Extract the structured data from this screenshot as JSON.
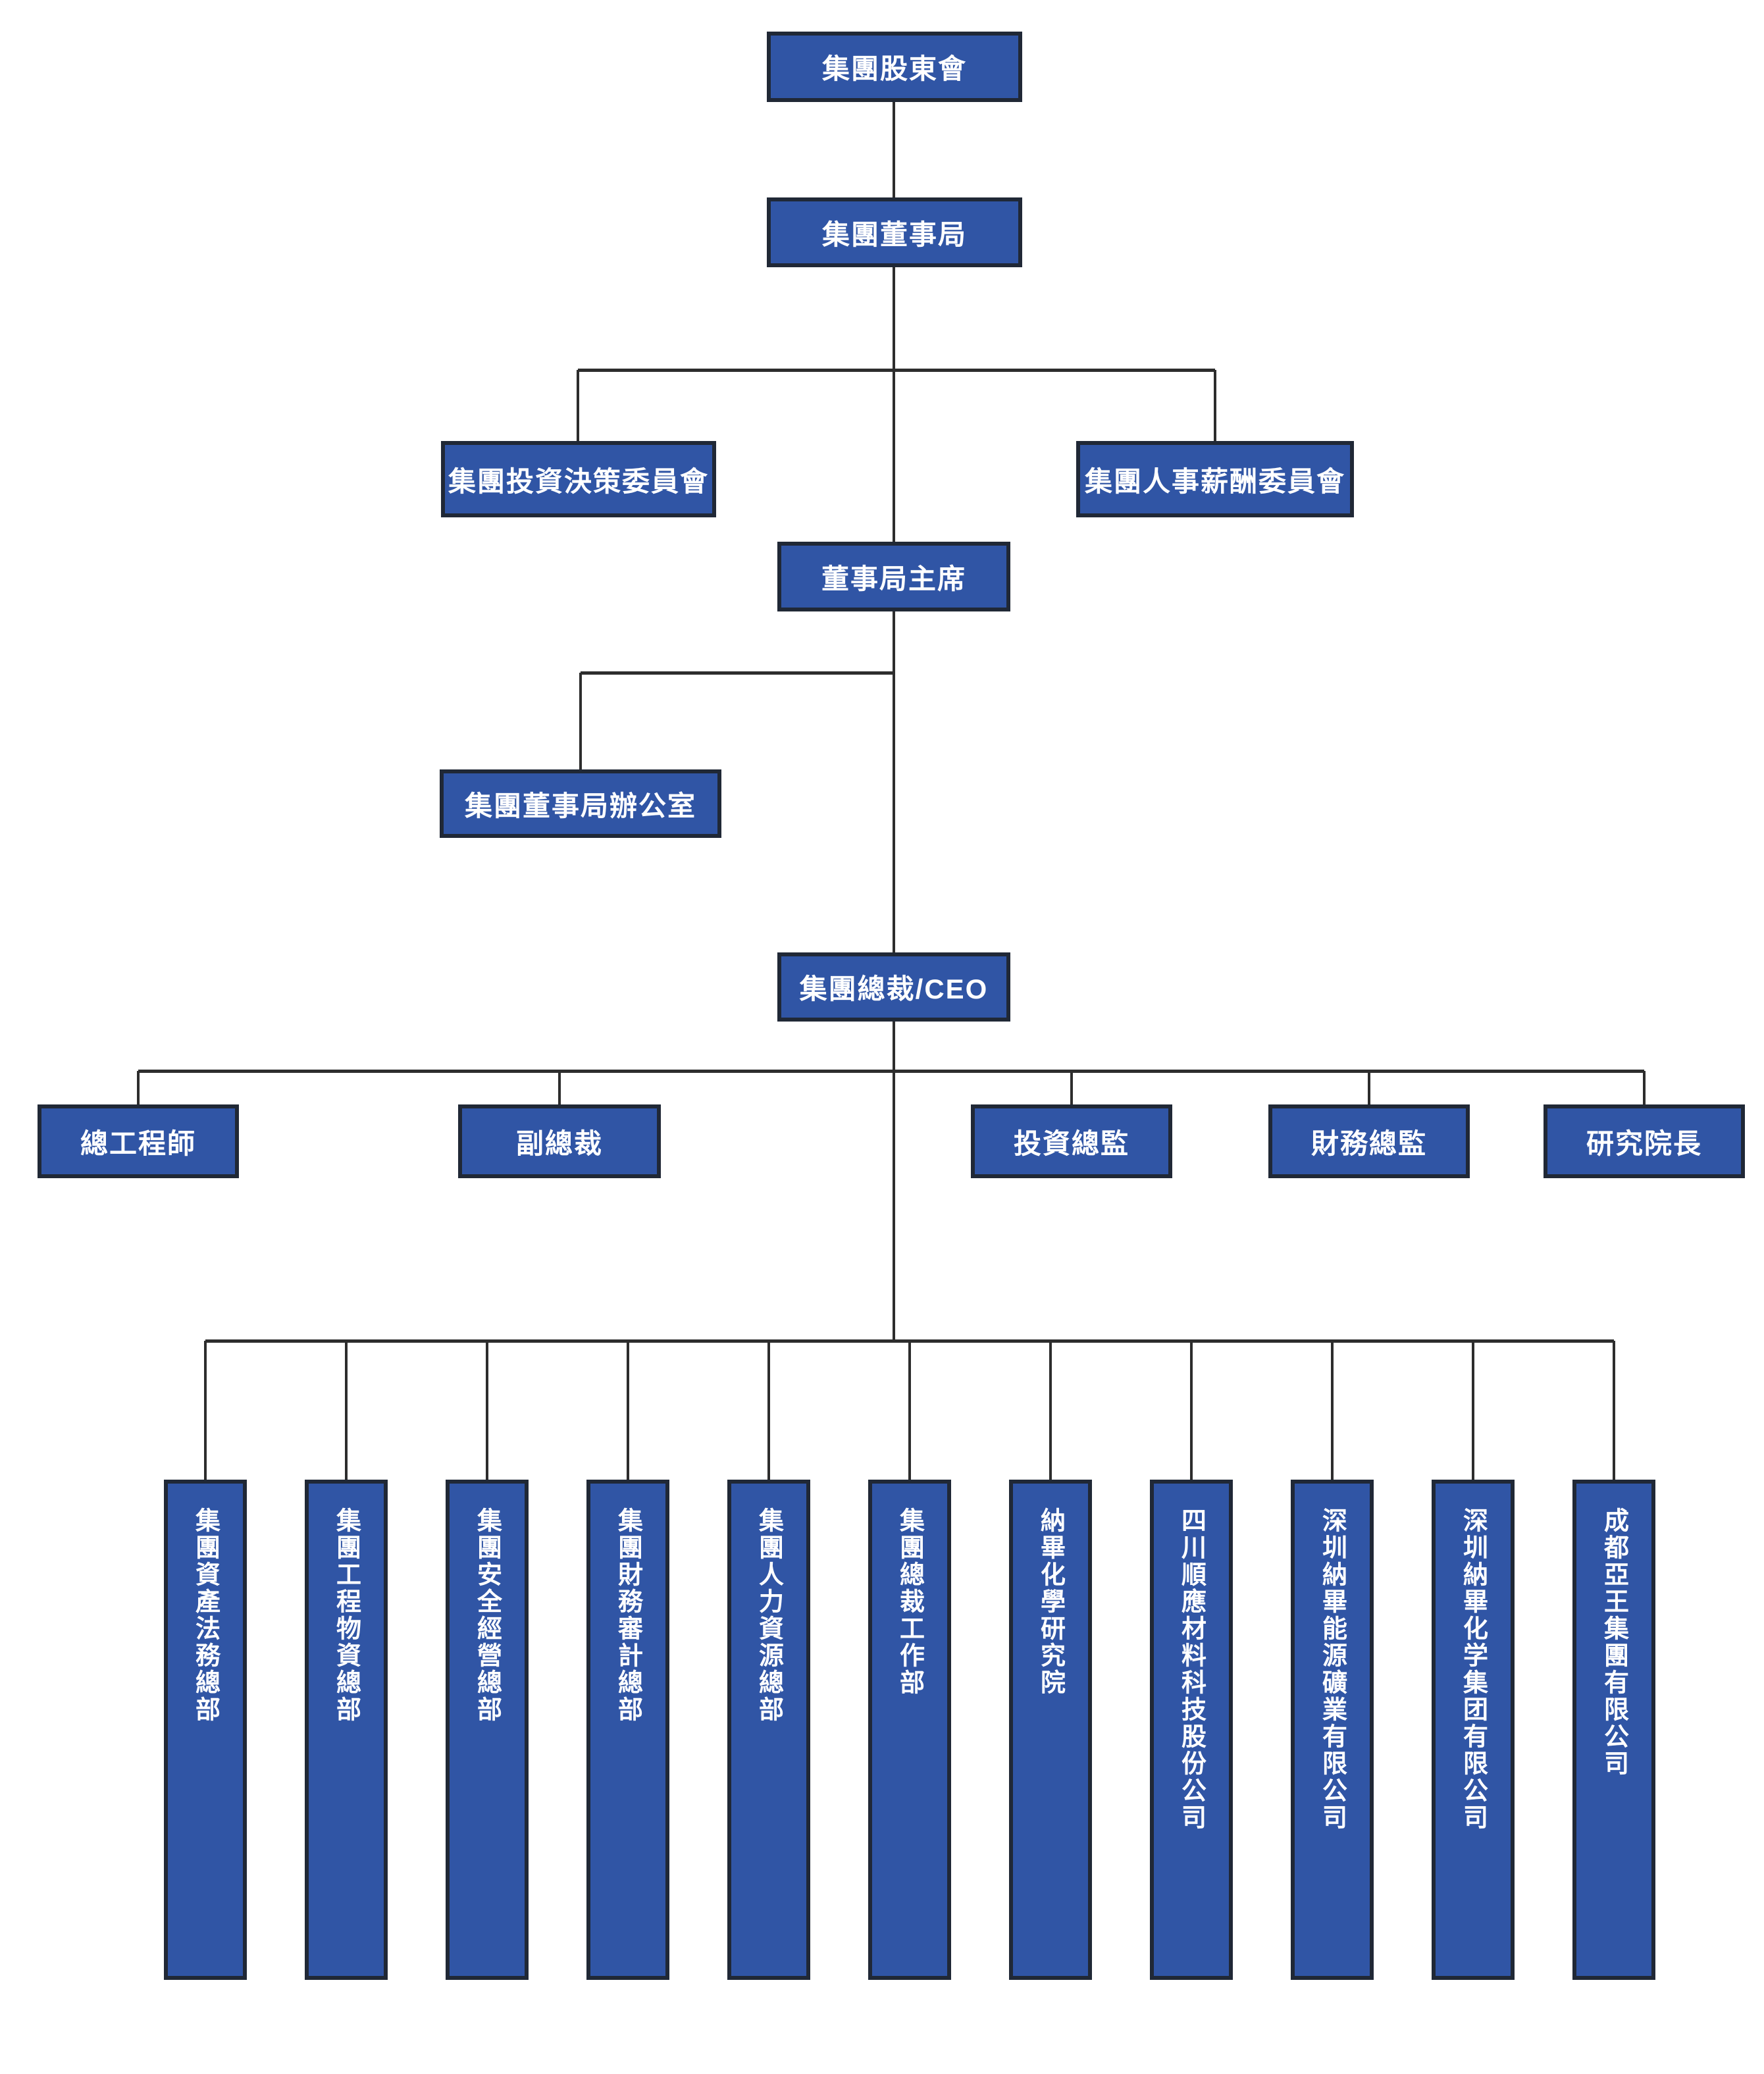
{
  "diagram": {
    "type": "org-chart",
    "background": "#FFFFFF",
    "colors": {
      "box_fill": "#3055A5",
      "box_border": "#202836",
      "connector_line": "#2D2D2D",
      "text": "#FFFFFF"
    },
    "nodes": {
      "shareholders": "集團股東會",
      "board": "集團董事局",
      "investment_committee": "集團投資決策委員會",
      "hr_committee": "集團人事薪酬委員會",
      "chairman": "董事局主席",
      "board_office": "集團董事局辦公室",
      "ceo": "集團總裁/CEO",
      "chief_engineer": "總工程師",
      "vice_president": "副總裁",
      "investment_director": "投資總監",
      "finance_director": "財務總監",
      "research_dean": "研究院長"
    },
    "departments": [
      "集團資產法務總部",
      "集團工程物資總部",
      "集團安全經營總部",
      "集團財務審計總部",
      "集團人力資源總部",
      "集團總裁工作部",
      "納畢化學研究院",
      "四川順應材料科技股份公司",
      "深圳納畢能源礦業有限公司",
      "深圳納畢化学集团有限公司",
      "成都亞王集團有限公司"
    ],
    "edges": [
      [
        "集團股東會",
        "集團董事局"
      ],
      [
        "集團董事局",
        "集團投資決策委員會"
      ],
      [
        "集團董事局",
        "集團人事薪酬委員會"
      ],
      [
        "集團董事局",
        "董事局主席"
      ],
      [
        "董事局主席",
        "集團董事局辦公室"
      ],
      [
        "董事局主席",
        "集團總裁/CEO"
      ],
      [
        "集團總裁/CEO",
        "總工程師"
      ],
      [
        "集團總裁/CEO",
        "副總裁"
      ],
      [
        "集團總裁/CEO",
        "投資總監"
      ],
      [
        "集團總裁/CEO",
        "財務總監"
      ],
      [
        "集團總裁/CEO",
        "研究院長"
      ],
      [
        "集團總裁/CEO",
        "集團資產法務總部"
      ],
      [
        "集團總裁/CEO",
        "集團工程物資總部"
      ],
      [
        "集團總裁/CEO",
        "集團安全經營總部"
      ],
      [
        "集團總裁/CEO",
        "集團財務審計總部"
      ],
      [
        "集團總裁/CEO",
        "集團人力資源總部"
      ],
      [
        "集團總裁/CEO",
        "集團總裁工作部"
      ],
      [
        "集團總裁/CEO",
        "納畢化學研究院"
      ],
      [
        "集團總裁/CEO",
        "四川順應材料科技股份公司"
      ],
      [
        "集團總裁/CEO",
        "深圳納畢能源礦業有限公司"
      ],
      [
        "集團總裁/CEO",
        "深圳納畢化学集团有限公司"
      ],
      [
        "集團總裁/CEO",
        "成都亞王集團有限公司"
      ]
    ]
  }
}
